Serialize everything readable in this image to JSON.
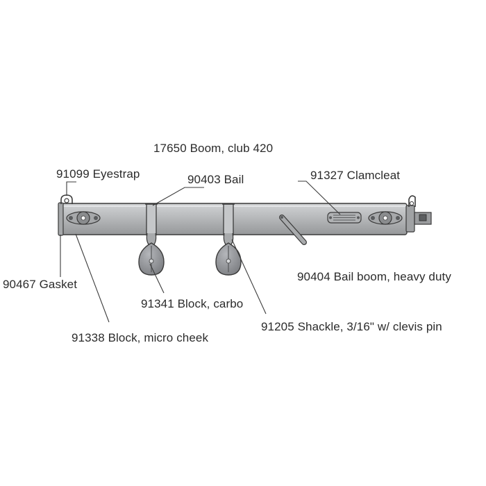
{
  "labels": {
    "boom": "17650  Boom, club 420",
    "eyestrap": "91099  Eyestrap",
    "bail": "90403  Bail",
    "clamcleat": "91327  Clamcleat",
    "gasket": "90467  Gasket",
    "bail_boom": "90404  Bail boom, heavy duty",
    "block_carbo": "91341  Block, carbo",
    "block_micro": "91338  Block, micro cheek",
    "shackle": "91205  Shackle, 3/16\" w/ clevis pin"
  },
  "colors": {
    "boom_fill": "#b3b5b7",
    "boom_highlight": "#d2d4d6",
    "boom_shadow": "#8e9092",
    "outline": "#3a3a3a",
    "block_fill": "#909296",
    "text": "#2b2b2b"
  }
}
